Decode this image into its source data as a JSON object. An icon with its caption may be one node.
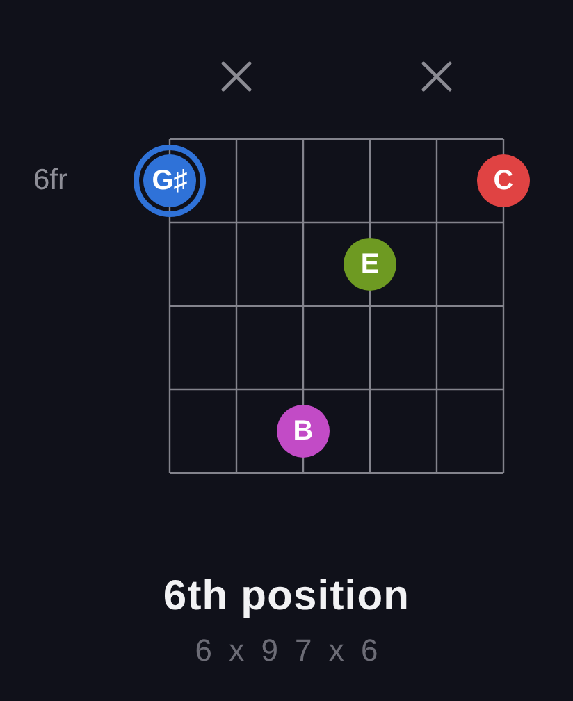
{
  "diagram": {
    "title": "6th position",
    "nodes": [
      {
        "text": [
          "G♯"
        ]
      },
      {
        "text": [
          "C"
        ]
      },
      {
        "text": [
          "E"
        ]
      },
      {
        "text": [
          "B"
        ]
      }
    ],
    "labels": [
      "6fr",
      "6 x 9 7 x 6"
    ]
  }
}
